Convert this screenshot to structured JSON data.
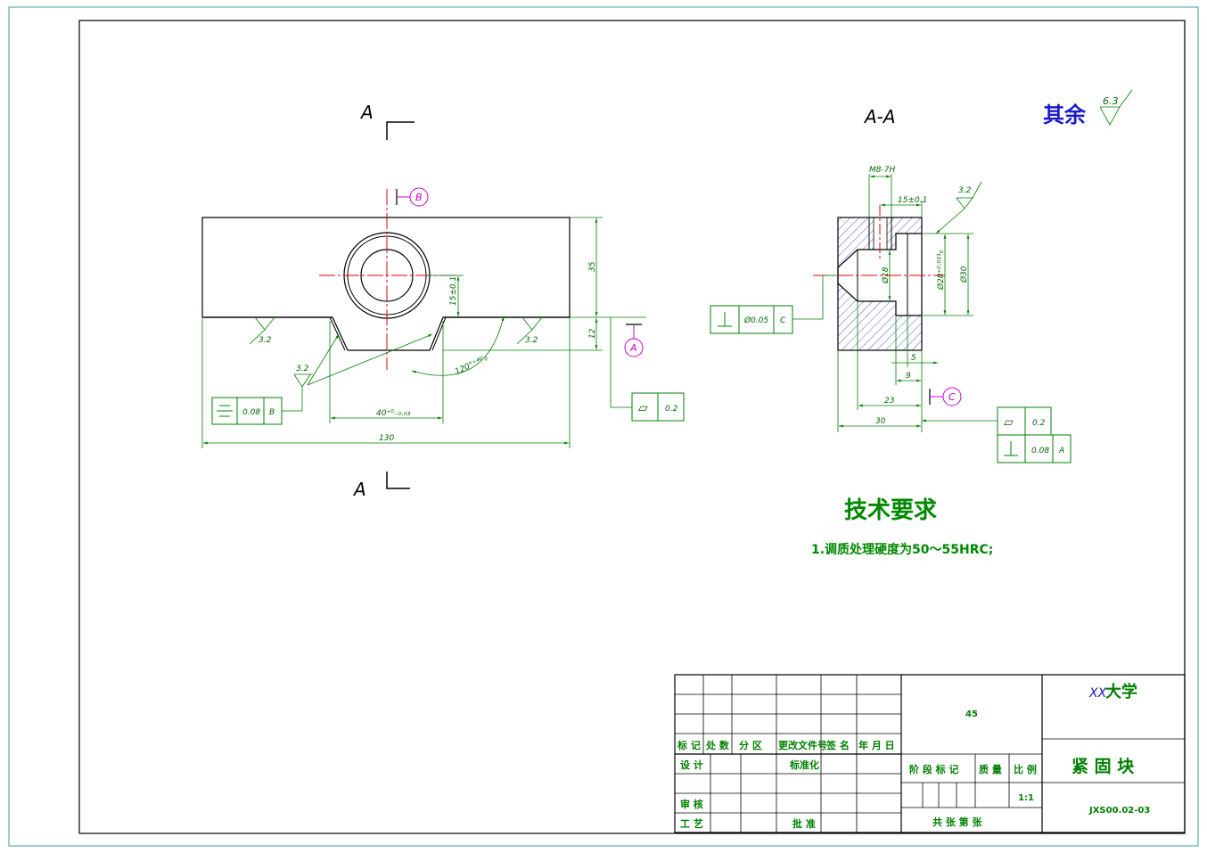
{
  "colors": {
    "geometry": "#000000",
    "annotation": "#008000",
    "center": "#e00000",
    "datum": "#cc00cc",
    "hatch": "#3333cc",
    "outer_border": "#3c9ca0"
  },
  "views": {
    "front_section_top": "A",
    "front_section_bottom": "A",
    "side_section_title": "A-A"
  },
  "dims": {
    "d130": "130",
    "d35": "35",
    "d12": "12",
    "d15": "15±0.1",
    "d40": "40⁺⁰₋₀.₀₃",
    "d120": "120°⁺⁴⁰′₀",
    "m8": "M8-7H",
    "d15b": "15±0.1",
    "dia18": "Ø18",
    "dia28": "Ø28⁺⁰·⁰²¹₀",
    "dia30": "Ø30",
    "d5": "5",
    "d9": "9",
    "d23": "23",
    "d30": "30"
  },
  "roughness": {
    "r1": "3.2",
    "r2": "3.2",
    "r3": "3.2",
    "r4": "3.2",
    "rest_label": "其余",
    "rest_value": "6.3"
  },
  "tolerances": {
    "sym": {
      "symbol": "⌯",
      "value": "0.08",
      "datum": "B"
    },
    "par1": {
      "symbol": "▱",
      "value": "0.2"
    },
    "perp1": {
      "symbol": "⊥",
      "value": "Ø0.05",
      "datum": "C"
    },
    "par2": {
      "symbol": "▱",
      "value": "0.2"
    },
    "perp2": {
      "symbol": "⊥",
      "value": "0.08",
      "datum": "A"
    }
  },
  "datums": {
    "a": "A",
    "b": "B",
    "c": "C"
  },
  "tech": {
    "title": "技术要求",
    "line1": "1.调质处理硬度为50～55HRC;"
  },
  "title_block": {
    "material": "45",
    "school_prefix": "XX",
    "school": "大学",
    "part_name": "紧 固 块",
    "drawing_no": "JXS00.02-03",
    "scale": "1:1",
    "h_mark": "标 记",
    "h_count": "处 数",
    "h_zone": "分  区",
    "h_doc": "更改文件号",
    "h_sign": "签 名",
    "h_date": "年 月 日",
    "design": "设 计",
    "std": "标准化",
    "stage": "阶 段 标 记",
    "mass": "质 量",
    "ratio": "比 例",
    "review": "审 核",
    "process": "工 艺",
    "approve": "批 准",
    "sheets": "共    张  第    张"
  }
}
